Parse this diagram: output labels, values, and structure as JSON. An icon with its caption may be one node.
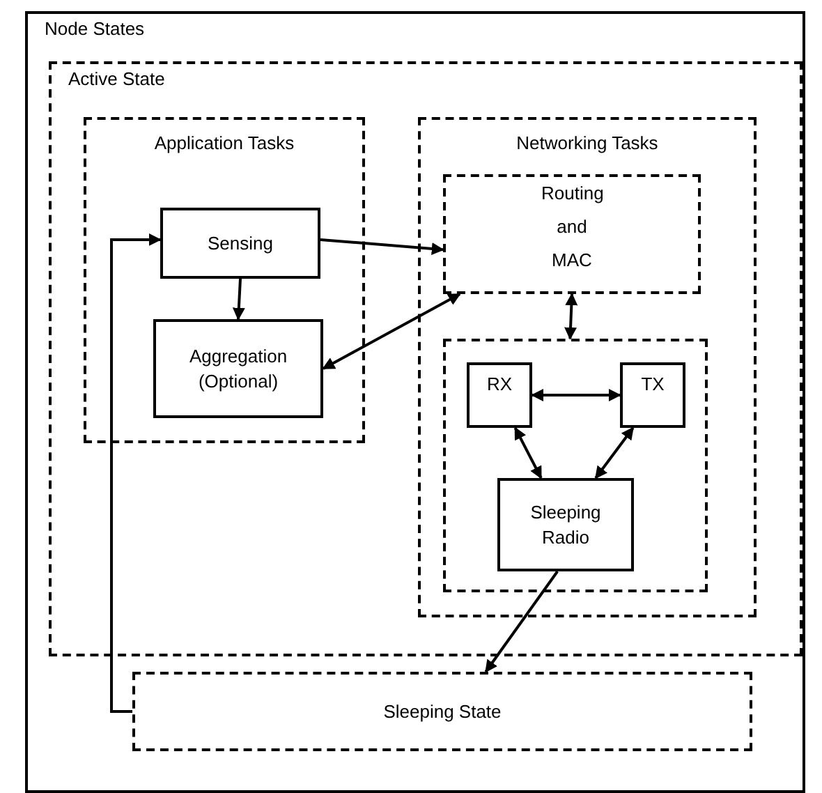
{
  "diagram": {
    "nodes": [
      {
        "text": [
          "Node States"
        ]
      },
      {
        "text": [
          "Active State"
        ],
        "in": 0
      },
      {
        "text": [
          "Application Tasks"
        ],
        "in": 1
      },
      {
        "text": [
          "Networking Tasks"
        ],
        "in": 1
      },
      {
        "text": [
          "Sensing"
        ],
        "in": 2
      },
      {
        "text": [
          "Aggregation (Optional)"
        ],
        "in": 2
      },
      {
        "text": [
          "Routing and MAC"
        ],
        "in": 3
      },
      {
        "text": [],
        "shape": "box",
        "in": 3
      },
      {
        "text": [
          "RX"
        ],
        "in": 7
      },
      {
        "text": [
          "TX"
        ],
        "in": 7
      },
      {
        "text": [
          "Sleeping Radio"
        ],
        "in": 7
      },
      {
        "text": [
          "Sleeping State"
        ],
        "in": 0
      }
    ],
    "edges": [
      {
        "from": 4,
        "to": 5,
        "arrow": "to"
      },
      {
        "from": 4,
        "to": 6,
        "arrow": "to"
      },
      {
        "from": 5,
        "to": 6,
        "arrow": "both"
      },
      {
        "from": 6,
        "to": 7,
        "arrow": "both"
      },
      {
        "from": 8,
        "to": 9,
        "arrow": "both"
      },
      {
        "from": 8,
        "to": 10,
        "arrow": "both"
      },
      {
        "from": 9,
        "to": 10,
        "arrow": "both"
      },
      {
        "from": 10,
        "to": 11,
        "arrow": "to"
      },
      {
        "from": 11,
        "to": 4,
        "arrow": "to"
      }
    ]
  }
}
